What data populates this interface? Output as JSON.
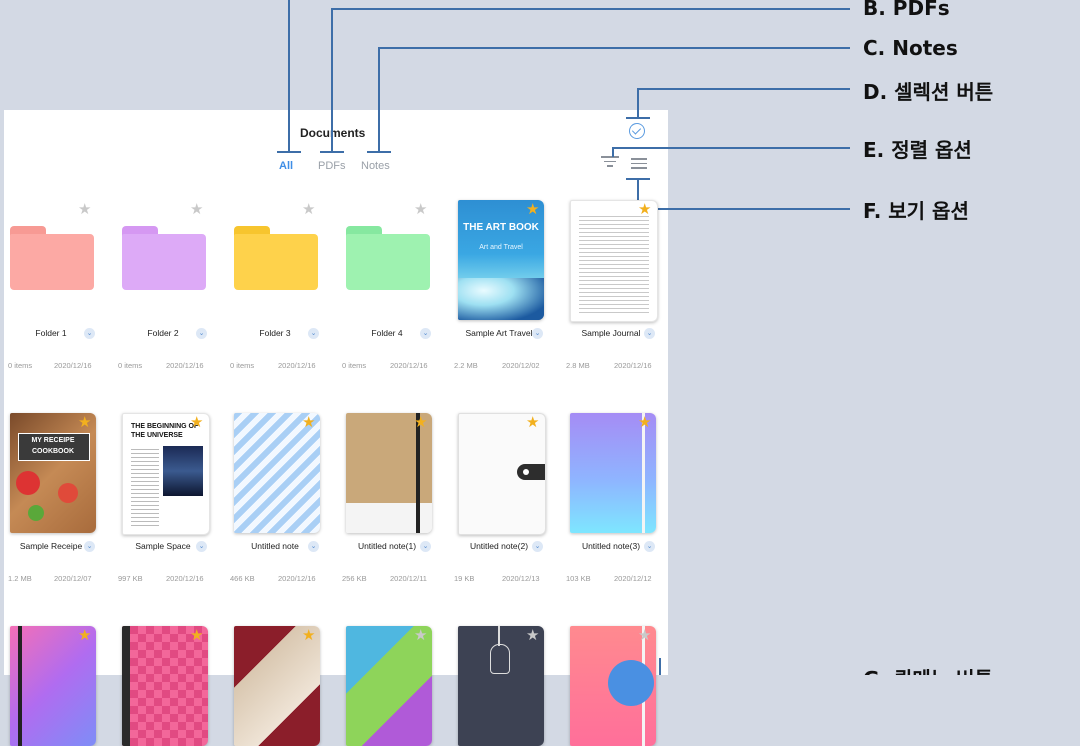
{
  "header": {
    "title": "Documents",
    "tabs": [
      "All",
      "PDFs",
      "Notes"
    ]
  },
  "callouts": {
    "b": "B. PDFs",
    "c": "C. Notes",
    "d": "D. 셀렉션 버튼",
    "e": "E. 정렬 옵션",
    "f": "F. 보기 옵션",
    "g": "G. 퀵메뉴 버튼"
  },
  "colors": {
    "accent": "#3f8ee6",
    "star": "#f2b01e",
    "callout_line": "#3d6ea8"
  },
  "row1": [
    {
      "name": "Folder 1",
      "left": "0 items",
      "right": "2020/12/16",
      "starred": false
    },
    {
      "name": "Folder 2",
      "left": "0 items",
      "right": "2020/12/16",
      "starred": false
    },
    {
      "name": "Folder 3",
      "left": "0 items",
      "right": "2020/12/16",
      "starred": false
    },
    {
      "name": "Folder 4",
      "left": "0 items",
      "right": "2020/12/16",
      "starred": false
    },
    {
      "name": "Sample Art Travel",
      "left": "2.2 MB",
      "right": "2020/12/02",
      "starred": true,
      "cover_title": "THE ART BOOK",
      "cover_sub": "Art and Travel"
    },
    {
      "name": "Sample Journal",
      "left": "2.8 MB",
      "right": "2020/12/16",
      "starred": true
    }
  ],
  "row2": [
    {
      "name": "Sample Receipe",
      "left": "1.2 MB",
      "right": "2020/12/07",
      "starred": true,
      "cover_title": "MY RECEIPE COOKBOOK"
    },
    {
      "name": "Sample Space",
      "left": "997 KB",
      "right": "2020/12/16",
      "starred": true,
      "cover_title": "THE BEGINNING OF THE UNIVERSE"
    },
    {
      "name": "Untitled note",
      "left": "466 KB",
      "right": "2020/12/16",
      "starred": true
    },
    {
      "name": "Untitled note(1)",
      "left": "256 KB",
      "right": "2020/12/11",
      "starred": true
    },
    {
      "name": "Untitled note(2)",
      "left": "19 KB",
      "right": "2020/12/13",
      "starred": true
    },
    {
      "name": "Untitled note(3)",
      "left": "103 KB",
      "right": "2020/12/12",
      "starred": true
    }
  ],
  "row3": [
    {
      "starred": true
    },
    {
      "starred": true
    },
    {
      "starred": true
    },
    {
      "starred": false
    },
    {
      "starred": false
    },
    {
      "starred": false
    }
  ]
}
